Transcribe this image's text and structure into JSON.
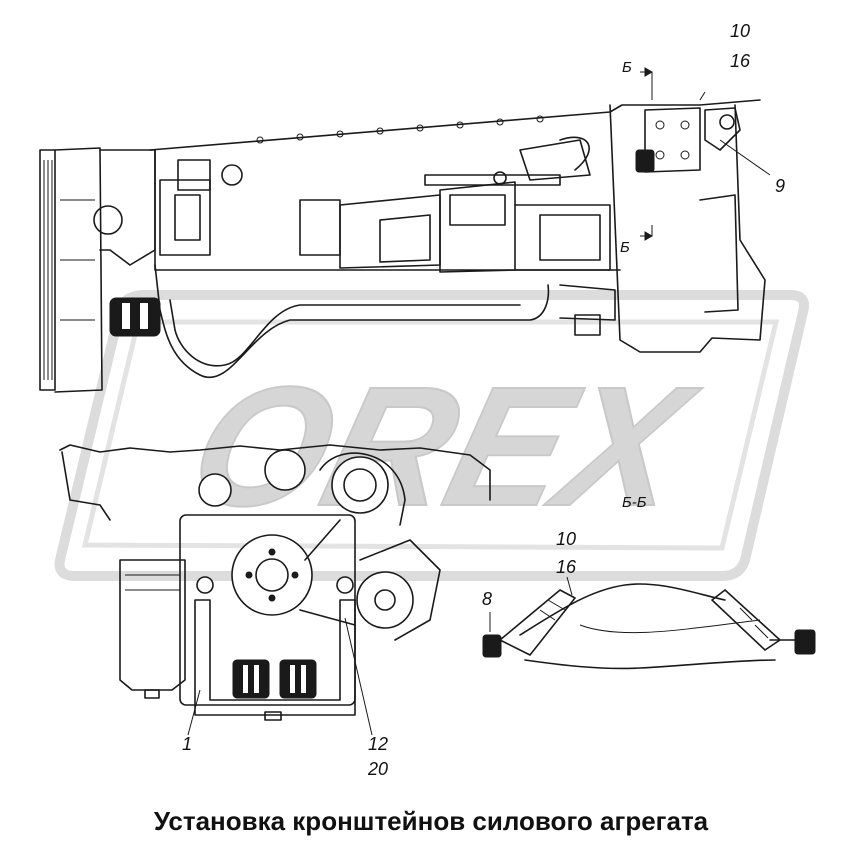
{
  "figure": {
    "caption": "Установка кронштейнов силового агрегата",
    "watermark": "OREX"
  },
  "callouts": {
    "c10_top": "10",
    "c16_top": "16",
    "c9": "9",
    "c10_detail": "10",
    "c16_detail": "16",
    "c8": "8",
    "c1": "1",
    "c12": "12",
    "c20": "20"
  },
  "section_marks": {
    "b_top": "Б",
    "b_mid": "Б",
    "bb_detail": "Б-Б"
  },
  "colors": {
    "line": "#1a1a1a",
    "watermark": "#d9d9d9",
    "background": "#ffffff"
  }
}
